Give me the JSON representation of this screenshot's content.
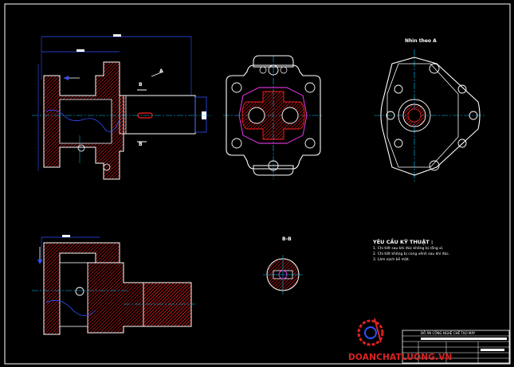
{
  "views": {
    "section_label_right": "A",
    "section_mark_top": "B",
    "section_mark_bottom": "B",
    "section_view_title": "B-B",
    "aux_view_title": "Nhìn theo A"
  },
  "requirements": {
    "title": "YÊU CẦU KỸ THUẬT :",
    "lines": [
      "1. Chi tiết sau khi đúc không bị rỗng xỉ.",
      "2. Chi tiết không bị cong vênh sau khi đúc.",
      "3. Làm sạch bề mặt."
    ]
  },
  "title_block": {
    "row1": "ĐỒ ÁN CÔNG NGHỆ CHẾ TẠO MÁY"
  },
  "watermark": {
    "text": "DOANCHATLUONG.VN",
    "logo": "gear-caliper-logo"
  },
  "colors": {
    "background": "#000000",
    "outline": "#ffffff",
    "hatch": "#ff2020",
    "centerline": "#00c8ff",
    "dimension": "#3050ff",
    "hidden": "#ff40ff",
    "frame": "#ffffff"
  }
}
